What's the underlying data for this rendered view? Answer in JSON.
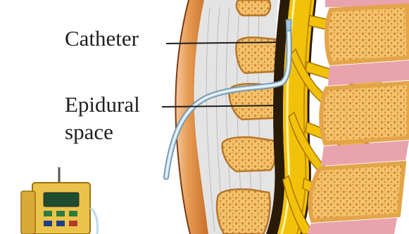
{
  "labels": {
    "catheter": "Catheter",
    "epidural_line1": "Epidural",
    "epidural_line2": "space"
  },
  "colors": {
    "bone_cortex": "#e3a548",
    "bone_marrow": "#f5c26a",
    "bone_pore": "#c8863a",
    "disc": "#e8a3ad",
    "spinal_cord": "#f2c20b",
    "dura_dark": "#2a1a08",
    "catheter": "#bcd9ee",
    "skin": "#e59a52",
    "ligament": "#dedede",
    "pump_body": "#ecc34a"
  }
}
